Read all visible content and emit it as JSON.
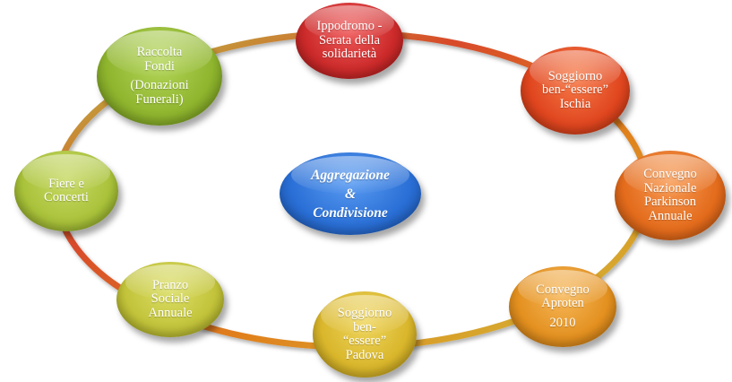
{
  "colors": {
    "red": "#cc2a2a",
    "orange_red": "#e0461f",
    "orange": "#e36b1c",
    "orange_amber": "#e3901f",
    "gold": "#d9b62b",
    "yellow_green": "#c2c33a",
    "light_green": "#a9c23a",
    "green": "#8fb52e",
    "center_blue": "#2a6fd6"
  },
  "center": {
    "line1": "Aggregazione",
    "line2": "&",
    "line3": "Condivisione"
  },
  "nodes": {
    "ippodromo": {
      "line1": "Ippodromo -",
      "line2": "Serata della",
      "line3": "solidarietà"
    },
    "soggiorno_ischia": {
      "line1": "Soggiorno",
      "line2": "ben-“essere”",
      "line3": "Ischia"
    },
    "convegno_parkinson": {
      "line1": "Convegno",
      "line2": "Nazionale",
      "line3": "Parkinson",
      "line4": "Annuale"
    },
    "convegno_aproten": {
      "line1": "Convegno",
      "line2": "Aproten",
      "line3": "2010"
    },
    "soggiorno_padova": {
      "line1": "Soggiorno",
      "line2": "ben-",
      "line3": "“essere”",
      "line4": "Padova"
    },
    "pranzo_sociale": {
      "line1": "Pranzo",
      "line2": "Sociale",
      "line3": "Annuale"
    },
    "fiere_concerti": {
      "line1": "Fiere e",
      "line2": "Concerti"
    },
    "raccolta_fondi": {
      "line1": "Raccolta",
      "line2": "Fondi",
      "line3": "(Donazioni",
      "line4": "Funerali)"
    }
  }
}
